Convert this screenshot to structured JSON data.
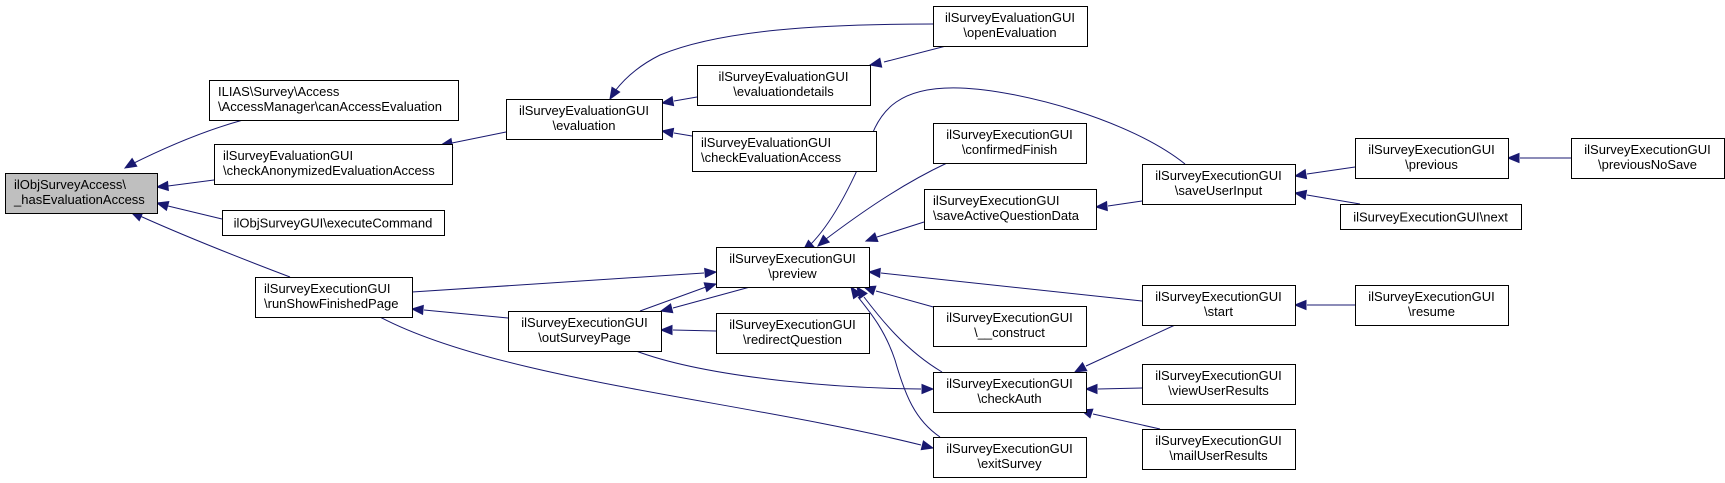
{
  "diagram": {
    "type": "doxygen-caller-graph",
    "edge_color": "#191970",
    "root_fill": "#bfbfbf",
    "nodes": [
      {
        "id": "root",
        "lines": [
          "ilObjSurveyAccess\\",
          "_hasEvaluationAccess"
        ],
        "root": true
      },
      {
        "id": "canAccessEvaluation",
        "lines": [
          "ILIAS\\Survey\\Access",
          "\\AccessManager\\canAccessEvaluation"
        ]
      },
      {
        "id": "checkAnonymizedEvaluationAccess",
        "lines": [
          "ilSurveyEvaluationGUI",
          "\\checkAnonymizedEvaluationAccess"
        ]
      },
      {
        "id": "executeCommand",
        "lines": [
          "ilObjSurveyGUI\\executeCommand"
        ]
      },
      {
        "id": "runShowFinishedPage",
        "lines": [
          "ilSurveyExecutionGUI",
          "\\runShowFinishedPage"
        ]
      },
      {
        "id": "evaluation",
        "lines": [
          "ilSurveyEvaluationGUI",
          "\\evaluation"
        ]
      },
      {
        "id": "outSurveyPage",
        "lines": [
          "ilSurveyExecutionGUI",
          "\\outSurveyPage"
        ]
      },
      {
        "id": "openEvaluation",
        "lines": [
          "ilSurveyEvaluationGUI",
          "\\openEvaluation"
        ]
      },
      {
        "id": "evaluationdetails",
        "lines": [
          "ilSurveyEvaluationGUI",
          "\\evaluationdetails"
        ]
      },
      {
        "id": "checkEvaluationAccess",
        "lines": [
          "ilSurveyEvaluationGUI",
          "\\checkEvaluationAccess"
        ]
      },
      {
        "id": "preview",
        "lines": [
          "ilSurveyExecutionGUI",
          "\\preview"
        ]
      },
      {
        "id": "redirectQuestion",
        "lines": [
          "ilSurveyExecutionGUI",
          "\\redirectQuestion"
        ]
      },
      {
        "id": "confirmedFinish",
        "lines": [
          "ilSurveyExecutionGUI",
          "\\confirmedFinish"
        ]
      },
      {
        "id": "saveActiveQuestionData",
        "lines": [
          "ilSurveyExecutionGUI",
          "\\saveActiveQuestionData"
        ]
      },
      {
        "id": "construct",
        "lines": [
          "ilSurveyExecutionGUI",
          "\\__construct"
        ]
      },
      {
        "id": "checkAuth",
        "lines": [
          "ilSurveyExecutionGUI",
          "\\checkAuth"
        ]
      },
      {
        "id": "exitSurvey",
        "lines": [
          "ilSurveyExecutionGUI",
          "\\exitSurvey"
        ]
      },
      {
        "id": "saveUserInput",
        "lines": [
          "ilSurveyExecutionGUI",
          "\\saveUserInput"
        ]
      },
      {
        "id": "start",
        "lines": [
          "ilSurveyExecutionGUI",
          "\\start"
        ]
      },
      {
        "id": "viewUserResults",
        "lines": [
          "ilSurveyExecutionGUI",
          "\\viewUserResults"
        ]
      },
      {
        "id": "mailUserResults",
        "lines": [
          "ilSurveyExecutionGUI",
          "\\mailUserResults"
        ]
      },
      {
        "id": "previous",
        "lines": [
          "ilSurveyExecutionGUI",
          "\\previous"
        ]
      },
      {
        "id": "next",
        "lines": [
          "ilSurveyExecutionGUI\\next"
        ]
      },
      {
        "id": "resume",
        "lines": [
          "ilSurveyExecutionGUI",
          "\\resume"
        ]
      },
      {
        "id": "previousNoSave",
        "lines": [
          "ilSurveyExecutionGUI",
          "\\previousNoSave"
        ]
      }
    ],
    "edges": [
      {
        "from": "canAccessEvaluation",
        "to": "root"
      },
      {
        "from": "checkAnonymizedEvaluationAccess",
        "to": "root"
      },
      {
        "from": "executeCommand",
        "to": "root"
      },
      {
        "from": "runShowFinishedPage",
        "to": "root"
      },
      {
        "from": "evaluation",
        "to": "checkAnonymizedEvaluationAccess"
      },
      {
        "from": "openEvaluation",
        "to": "evaluation"
      },
      {
        "from": "evaluationdetails",
        "to": "evaluation"
      },
      {
        "from": "checkEvaluationAccess",
        "to": "evaluation"
      },
      {
        "from": "openEvaluation",
        "to": "evaluationdetails"
      },
      {
        "from": "outSurveyPage",
        "to": "runShowFinishedPage"
      },
      {
        "from": "runShowFinishedPage",
        "to": "preview"
      },
      {
        "from": "runShowFinishedPage",
        "to": "exitSurvey"
      },
      {
        "from": "preview",
        "to": "outSurveyPage"
      },
      {
        "from": "outSurveyPage",
        "to": "preview"
      },
      {
        "from": "redirectQuestion",
        "to": "outSurveyPage"
      },
      {
        "from": "outSurveyPage",
        "to": "checkAuth"
      },
      {
        "from": "saveUserInput",
        "to": "preview"
      },
      {
        "from": "confirmedFinish",
        "to": "preview"
      },
      {
        "from": "saveActiveQuestionData",
        "to": "preview"
      },
      {
        "from": "start",
        "to": "preview"
      },
      {
        "from": "construct",
        "to": "preview"
      },
      {
        "from": "checkAuth",
        "to": "preview"
      },
      {
        "from": "exitSurvey",
        "to": "preview"
      },
      {
        "from": "saveUserInput",
        "to": "saveActiveQuestionData"
      },
      {
        "from": "previous",
        "to": "saveUserInput"
      },
      {
        "from": "next",
        "to": "saveUserInput"
      },
      {
        "from": "previousNoSave",
        "to": "previous"
      },
      {
        "from": "resume",
        "to": "start"
      },
      {
        "from": "start",
        "to": "checkAuth"
      },
      {
        "from": "viewUserResults",
        "to": "checkAuth"
      },
      {
        "from": "mailUserResults",
        "to": "checkAuth"
      }
    ]
  }
}
